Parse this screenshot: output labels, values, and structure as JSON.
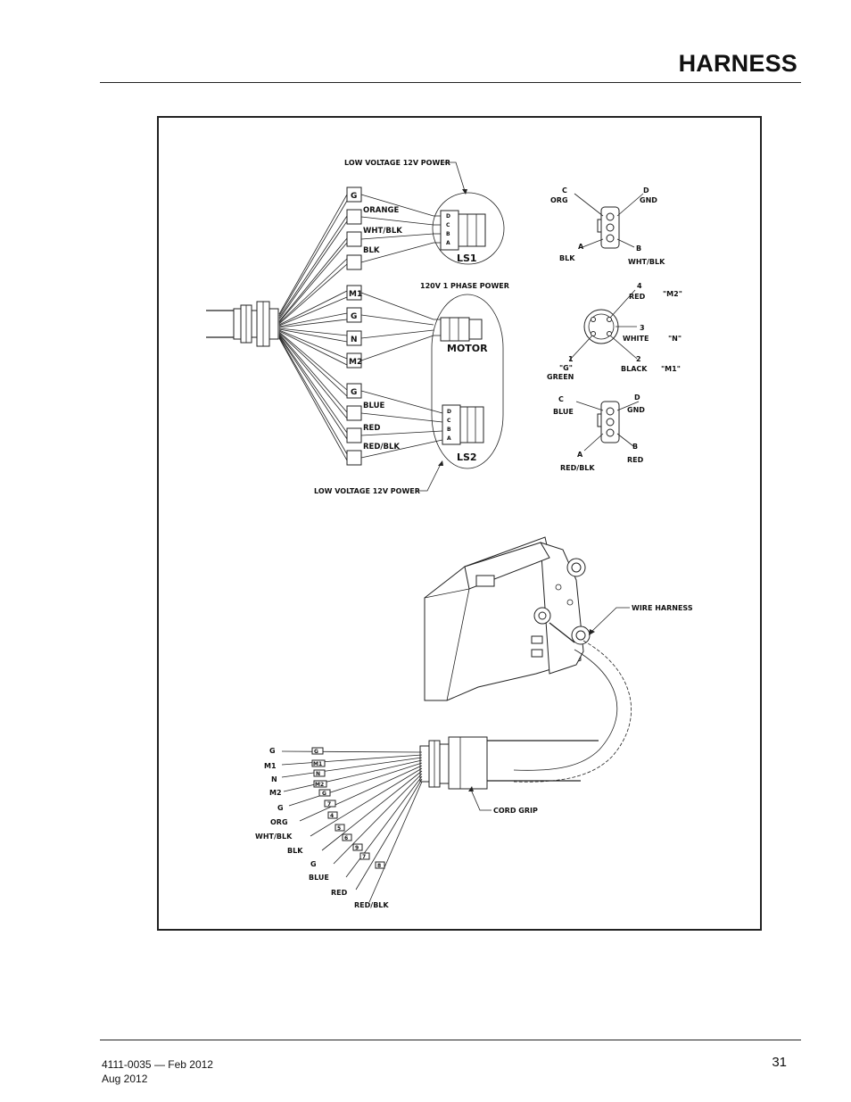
{
  "header": {
    "title": "HARNESS"
  },
  "footer": {
    "doc_number": "4111-0035 — Feb 2012",
    "revision_date": "Aug 2012",
    "page_number": "31"
  },
  "diagram": {
    "callouts": {
      "ls1_power": "LOW VOLTAGE 12V POWER",
      "motor_power": "120V 1 PHASE POWER",
      "ls2_power": "LOW VOLTAGE 12V POWER",
      "wire_harness": "WIRE HARNESS",
      "cord_grip": "CORD GRIP"
    },
    "connectors": {
      "ls1": "LS1",
      "motor": "MOTOR",
      "ls2": "LS2",
      "pins": [
        "D",
        "C",
        "B",
        "A"
      ]
    },
    "terminal_boxes": [
      "G",
      "",
      "",
      "",
      "M1",
      "G",
      "N",
      "M2",
      "G",
      "",
      "",
      "",
      ""
    ],
    "ls1_wires": [
      "ORANGE",
      "WHT/BLK",
      "BLK"
    ],
    "ls2_wires": [
      "BLUE",
      "RED",
      "RED/BLK"
    ],
    "ls1_pinout": {
      "c": "C",
      "c_wire": "ORG",
      "d": "D",
      "d_wire": "GND",
      "a": "A",
      "a_wire": "BLK",
      "b": "B",
      "b_wire": "WHT/BLK"
    },
    "motor_pinout": {
      "p4": "4",
      "p4_wire": "RED",
      "p4_term": "\"M2\"",
      "p3": "3",
      "p3_wire": "WHITE",
      "p3_term": "\"N\"",
      "p1": "1",
      "p1_term": "\"G\"",
      "p1_wire": "GREEN",
      "p2": "2",
      "p2_wire": "BLACK",
      "p2_term": "\"M1\""
    },
    "ls2_pinout": {
      "c": "C",
      "c_wire": "BLUE",
      "d": "D",
      "d_wire": "GND",
      "a": "A",
      "a_wire": "RED/BLK",
      "b": "B",
      "b_wire": "RED"
    },
    "cord_wires": [
      "G",
      "M1",
      "N",
      "M2",
      "G",
      "ORG",
      "WHT/BLK",
      "BLK",
      "G",
      "BLUE",
      "RED",
      "RED/BLK"
    ],
    "wire_markers": [
      "G",
      "M1",
      "N",
      "M2",
      "G",
      "7",
      "4",
      "5",
      "6",
      "9",
      "7",
      "8"
    ]
  }
}
